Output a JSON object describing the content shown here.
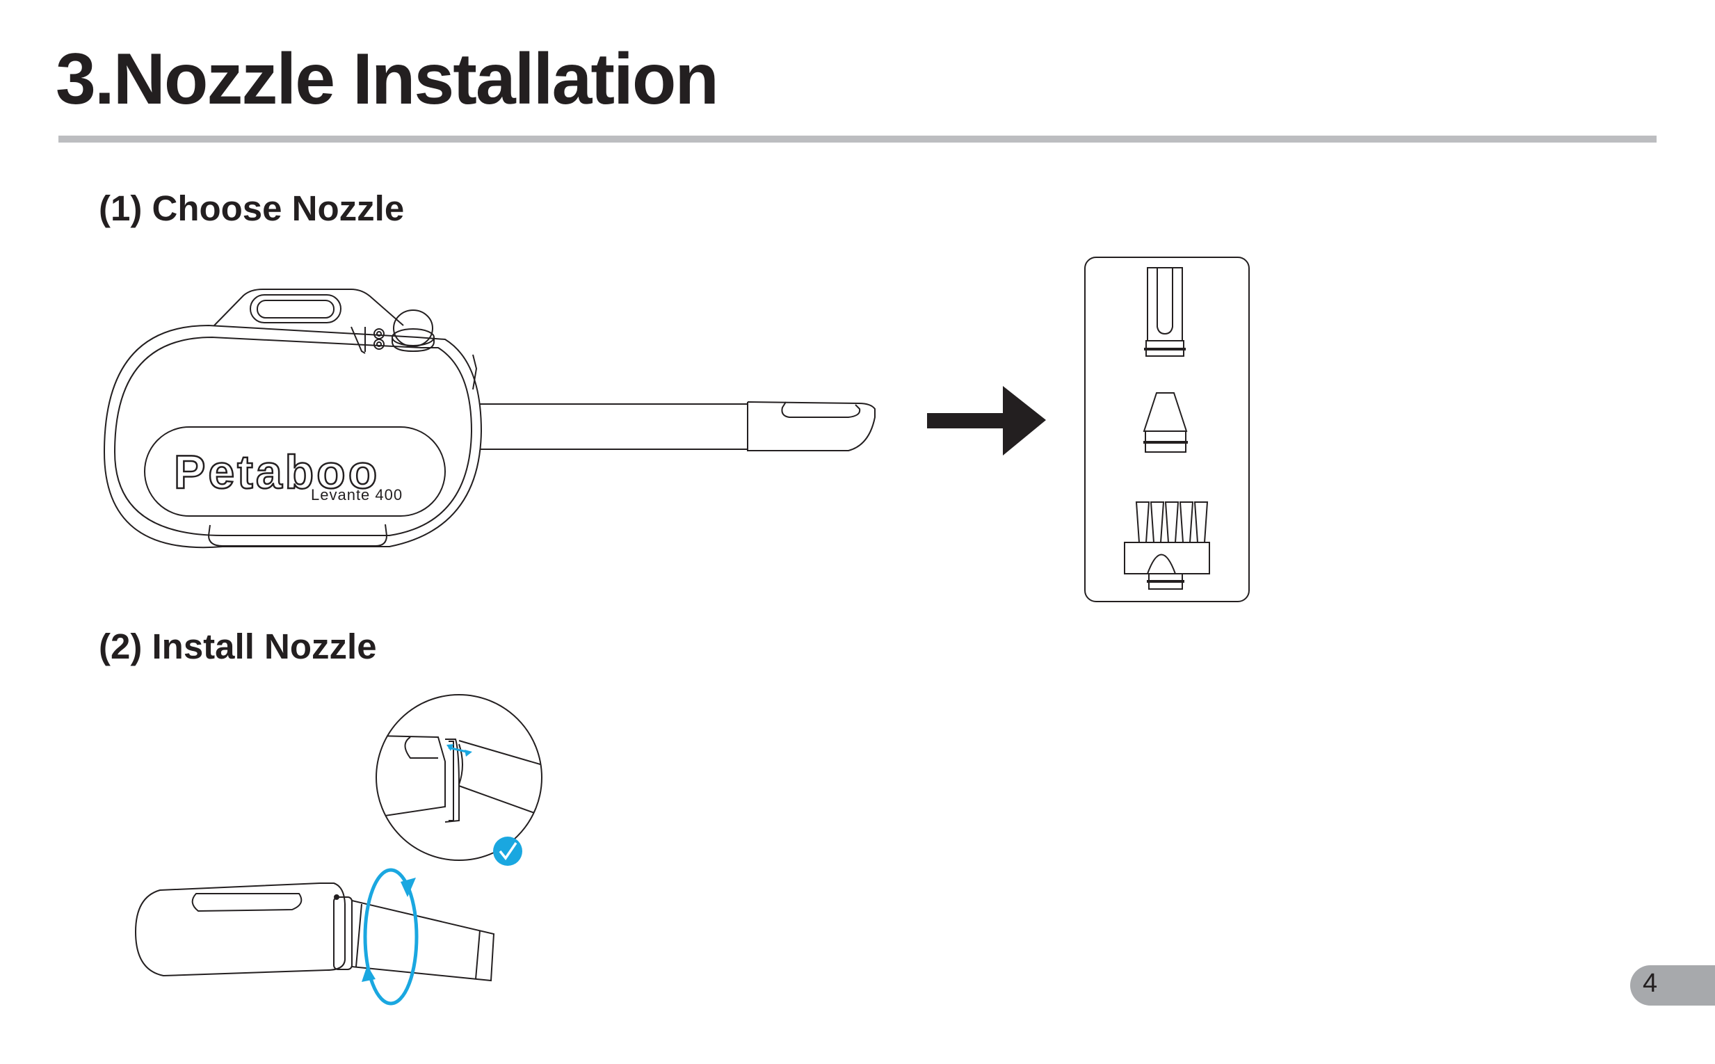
{
  "page": {
    "title": "3.Nozzle Installation",
    "page_number": "4"
  },
  "steps": [
    {
      "label": "(1) Choose Nozzle"
    },
    {
      "label": "(2) Install Nozzle"
    }
  ],
  "device": {
    "brand": "Petaboo",
    "model": "Levante 400"
  },
  "nozzles": [
    "flat-nozzle",
    "round-nozzle",
    "brush-nozzle"
  ],
  "colors": {
    "accent_blue": "#1aa7e0",
    "rule_gray": "#bcbdc0",
    "tab_gray": "#a7a9ac",
    "ink": "#231f20"
  }
}
